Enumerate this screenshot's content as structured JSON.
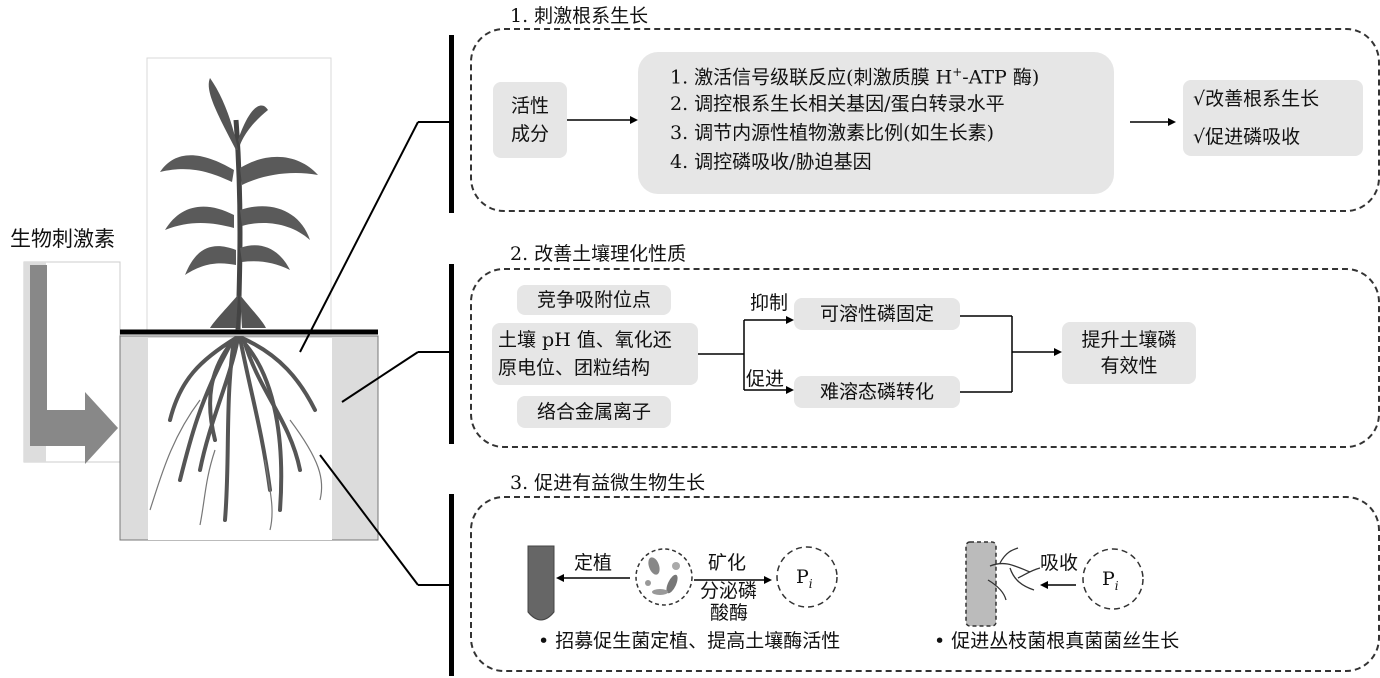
{
  "left": {
    "title": "生物刺激素"
  },
  "section1": {
    "header": "1. 刺激根系生长",
    "input": [
      "活性",
      "成分"
    ],
    "steps": [
      "1. 激活信号级联反应(刺激质膜 H",
      "2. 调控根系生长相关基因/蛋白转录水平",
      "3. 调节内源性植物激素比例(如生长素)",
      "4. 调控磷吸收/胁迫基因"
    ],
    "step1_sup": "+",
    "step1_tail": "-ATP 酶)",
    "results": [
      "√改善根系生长",
      "√促进磷吸收"
    ]
  },
  "section2": {
    "header": "2. 改善土壤理化性质",
    "factors": [
      "竞争吸附位点",
      "土壤 pH 值、氧化还",
      "原电位、团粒结构",
      "络合金属离子"
    ],
    "inhibit": "抑制",
    "promote": "促进",
    "effect1": "可溶性磷固定",
    "effect2": "难溶态磷转化",
    "outcome": [
      "提升土壤磷",
      "有效性"
    ]
  },
  "section3": {
    "header": "3. 促进有益微生物生长",
    "colonize": "定植",
    "mineralize": "矿化",
    "secrete": [
      "分泌磷",
      "酸酶"
    ],
    "pi": "P",
    "pi_sub": "i",
    "absorb": "吸收",
    "bullet1": "•  招募促生菌定植、提高土壤酶活性",
    "bullet2": "•  促进丛枝菌根真菌菌丝生长"
  }
}
